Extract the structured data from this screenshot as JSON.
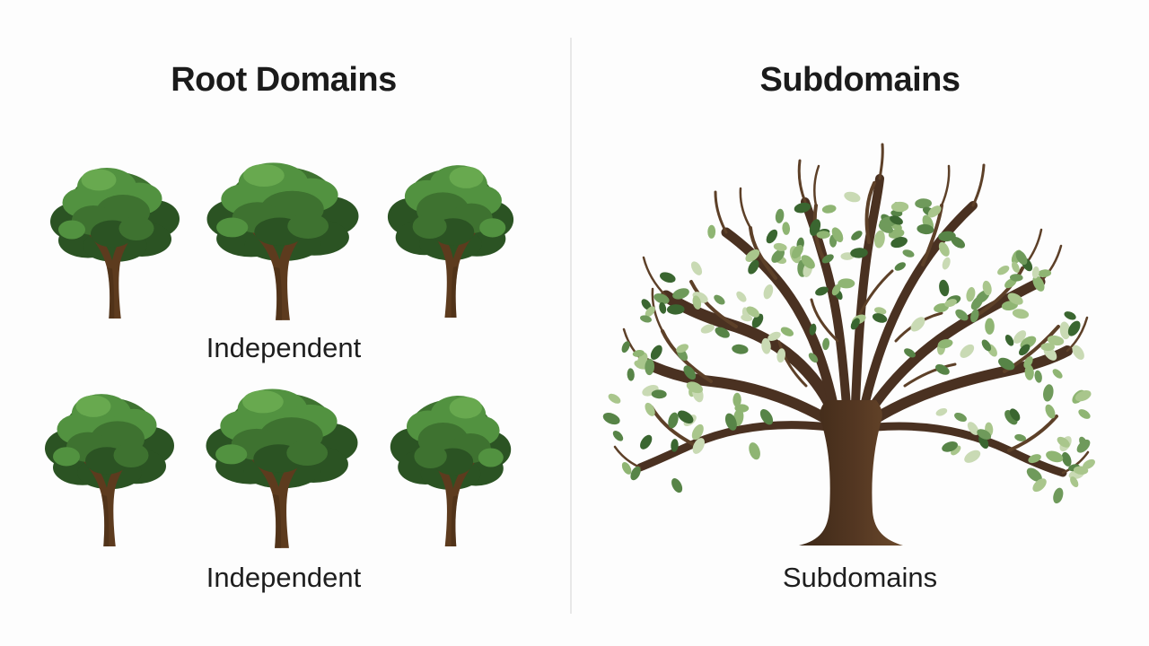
{
  "left_panel": {
    "title": "Root Domains",
    "row1_label": "Independent",
    "row2_label": "Independent",
    "tree_icon_count": 6
  },
  "right_panel": {
    "title": "Subdomains",
    "caption": "Subdomains"
  },
  "colors": {
    "background": "#fdfdfd",
    "divider": "#e8e8e8",
    "text": "#1b1b1b",
    "canopy_deep": "#2b5323",
    "canopy_mid": "#3e7230",
    "canopy_light": "#529240",
    "canopy_highlight": "#68a94f",
    "trunk": "#5d3b1e",
    "trunk_dark": "#432a13",
    "branch": "#4a3121",
    "twig": "#5d4028",
    "leaf_palette": [
      "#3a6630",
      "#578447",
      "#6f9a5b",
      "#8fb573",
      "#a9c68c",
      "#c9dab4"
    ]
  }
}
